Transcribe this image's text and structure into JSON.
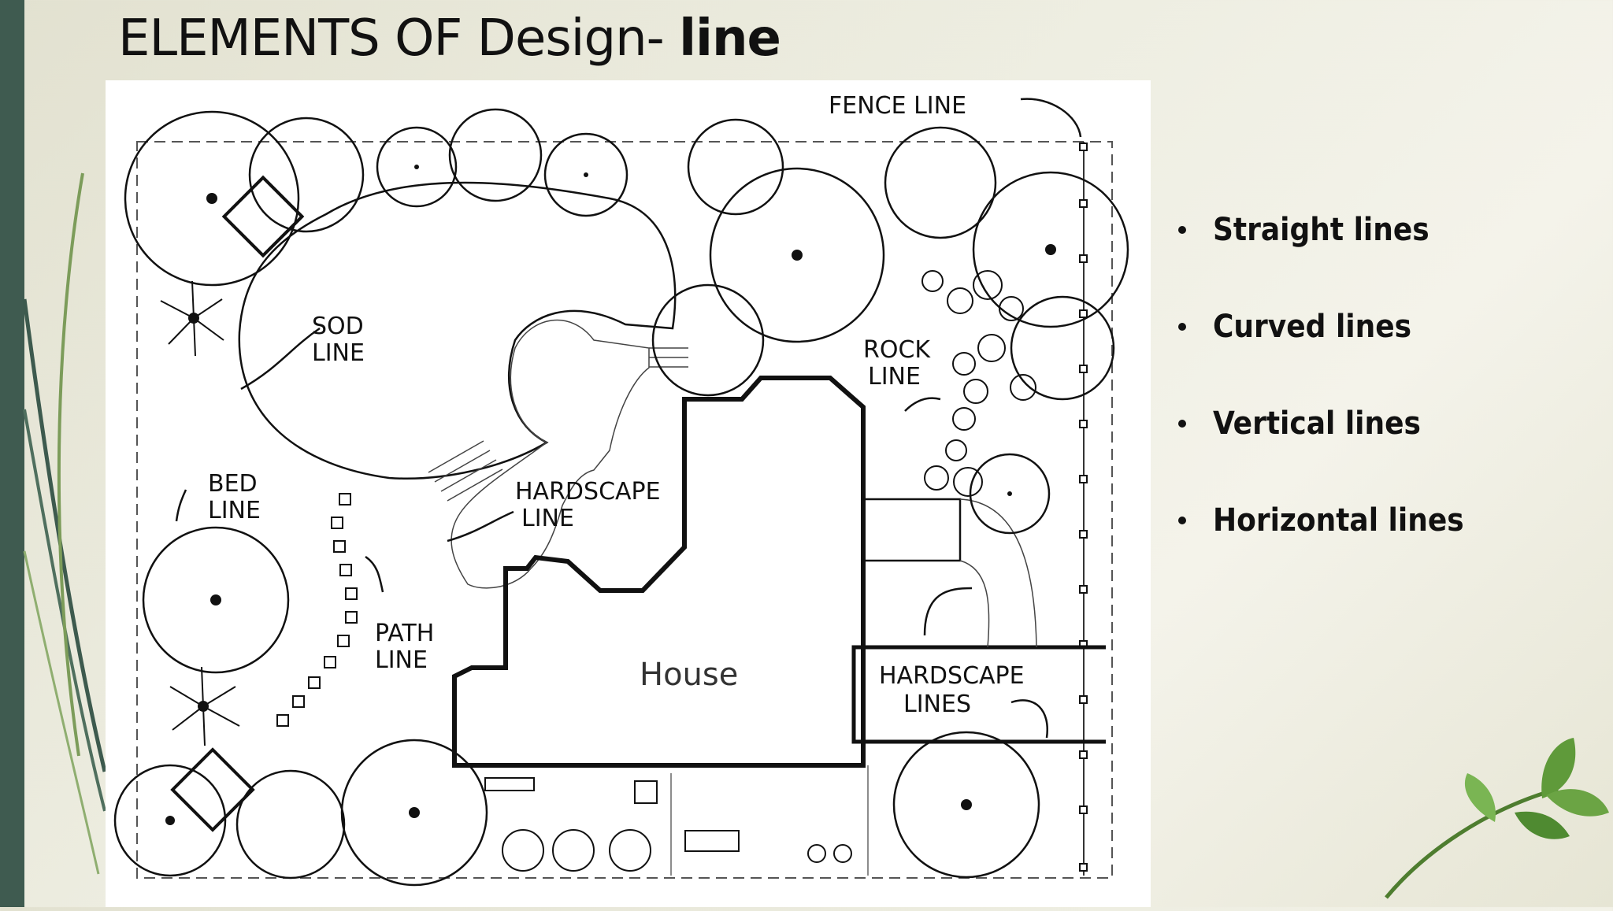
{
  "slide": {
    "title_regular": "ELEMENTS OF Design- ",
    "title_bold": "line",
    "bullets": [
      "Straight lines",
      "Curved lines",
      "Vertical lines",
      "Horizontal lines"
    ]
  },
  "diagram": {
    "labels": {
      "fence_line": "FENCE LINE",
      "sod_line_1": "SOD",
      "sod_line_2": "LINE",
      "rock_line_1": "ROCK",
      "rock_line_2": "LINE",
      "bed_line_1": "BED",
      "bed_line_2": "LINE",
      "hardscape_line_1": "HARDSCAPE",
      "hardscape_line_2": "LINE",
      "path_line_1": "PATH",
      "path_line_2": "LINE",
      "house": "House",
      "hardscape_lines_1": "HARDSCAPE",
      "hardscape_lines_2": "LINES"
    }
  },
  "colors": {
    "accent_bar": "#3f5b50",
    "leaf_green": "#5f9a3a"
  }
}
